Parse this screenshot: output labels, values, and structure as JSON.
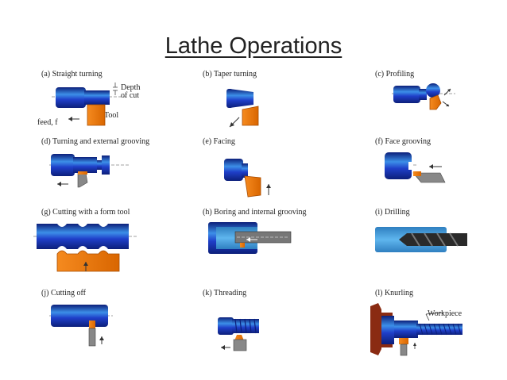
{
  "title": "Lathe Operations",
  "colors": {
    "workpiece": "#1f3fc9",
    "workpiece_dark": "#0c1f7a",
    "workpiece_light": "#3c8fe8",
    "tool": "#f07a10",
    "tool_dark": "#a94c00",
    "drill": "#2a2a2a",
    "chuck": "#8a2b12"
  },
  "operations": [
    {
      "caption": "(a)  Straight  turning",
      "labels": {
        "depth": "Depth",
        "of_cut": "of  cut",
        "tool": "Tool",
        "feed": "feed,  f"
      }
    },
    {
      "caption": "(b)  Taper  turning"
    },
    {
      "caption": "(c)  Profiling"
    },
    {
      "caption": "(d)  Turning  and  external  grooving"
    },
    {
      "caption": "(e)  Facing"
    },
    {
      "caption": "(f)  Face  grooving"
    },
    {
      "caption": "(g)  Cutting  with  a  form  tool"
    },
    {
      "caption": "(h)  Boring  and  internal  grooving"
    },
    {
      "caption": "(i)  Drilling"
    },
    {
      "caption": "(j)  Cutting  off"
    },
    {
      "caption": "(k)  Threading"
    },
    {
      "caption": "(l)  Knurling",
      "labels": {
        "workpiece": "Workpiece"
      }
    }
  ]
}
